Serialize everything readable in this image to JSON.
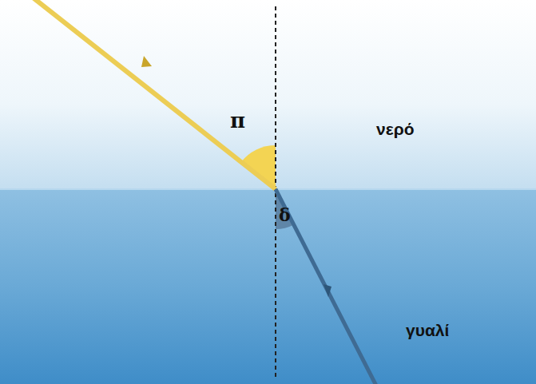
{
  "diagram": {
    "labels": [
      "π",
      "νερό",
      "δ",
      "γυαλί"
    ]
  }
}
